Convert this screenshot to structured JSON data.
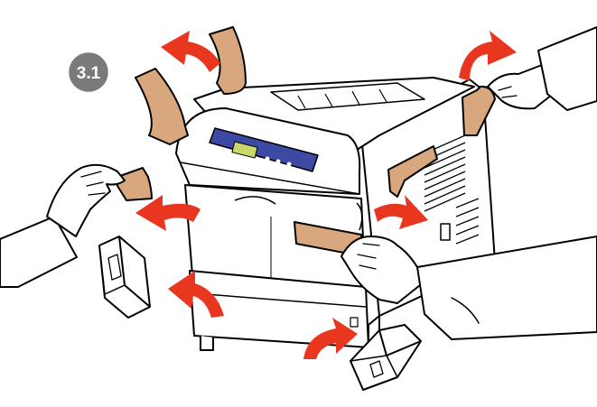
{
  "step": {
    "label": "3.1"
  },
  "colors": {
    "tape": "#d8a77e",
    "arrow": "#e8361f",
    "outline": "#000000",
    "panel": "#3d4aa3",
    "lcd": "#c9d86a",
    "badge": "#7a7a7a",
    "background": "#ffffff"
  },
  "parts": {
    "printer": "printer-icon",
    "tape_strips": [
      "tape-strip-top-left",
      "tape-strip-top-center",
      "tape-strip-left-hand",
      "tape-strip-front",
      "tape-strip-side",
      "tape-strip-right-hand"
    ],
    "arrows": [
      "arrow-top-left",
      "arrow-top-right",
      "arrow-left",
      "arrow-right",
      "arrow-bottom-left",
      "arrow-bottom-right"
    ],
    "packing_pieces": [
      "foam-block-left",
      "foam-block-right"
    ],
    "hands": [
      "hand-left",
      "hand-right-front",
      "hand-right-top"
    ]
  }
}
